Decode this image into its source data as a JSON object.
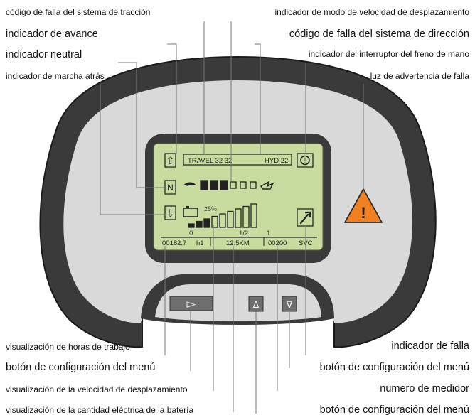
{
  "labels_top_left": [
    {
      "id": "traction-fault-code",
      "text": "código de falla del sistema de tracción"
    },
    {
      "id": "forward-indicator",
      "text": "indicador de avance"
    },
    {
      "id": "neutral-indicator",
      "text": "indicador neutral"
    },
    {
      "id": "reverse-indicator",
      "text": "indicador de marcha atrás"
    }
  ],
  "labels_top_right": [
    {
      "id": "travel-speed-mode-indicator",
      "text": "indicador de modo de velocidad de desplazamiento"
    },
    {
      "id": "steering-fault-code",
      "text": "código de falla del sistema de dirección"
    },
    {
      "id": "hand-brake-switch-indicator",
      "text": "indicador del interruptor del freno de mano"
    },
    {
      "id": "fault-warning-light",
      "text": "luz de advertencia de falla"
    }
  ],
  "labels_bottom_left": [
    {
      "id": "work-hours-display",
      "text": "visualización de horas de trabajo"
    },
    {
      "id": "menu-config-button-1",
      "text": "botón de configuración del menú"
    },
    {
      "id": "travel-speed-display",
      "text": "visualización de la velocidad de desplazamiento"
    },
    {
      "id": "battery-charge-display",
      "text": "visualización de la cantidad eléctrica de la batería"
    }
  ],
  "labels_bottom_right": [
    {
      "id": "fault-indicator",
      "text": "indicador de falla"
    },
    {
      "id": "menu-config-button-2",
      "text": "botón de configuración del menú"
    },
    {
      "id": "meter-number",
      "text": "numero de medidor"
    },
    {
      "id": "menu-config-button-3",
      "text": "botón de configuración del menú"
    }
  ],
  "lcd": {
    "top_left_text": "TRAVEL 32 32",
    "top_right_text": "HYD 22",
    "forward_symbol": "⇧",
    "neutral_symbol": "N",
    "reverse_symbol": "⇩",
    "battery_percent": "25%",
    "scale_zero": "0",
    "scale_half": "1/2",
    "scale_one": "1",
    "hours_value": "00182.7",
    "hours_unit": "h1",
    "speed_value": "12.5KM",
    "meter_value": "00200",
    "svc_text": "SVC",
    "speed_segments_filled": 3,
    "speed_segments_total": 6,
    "battery_bars_filled": 3,
    "battery_bars_total": 9
  },
  "buttons": {
    "menu_left_symbol": "▻",
    "menu_up_symbol": "Δ",
    "menu_down_symbol": "∇"
  },
  "warning_symbol": "!",
  "colors": {
    "lcd_background": "#c8dca0",
    "bezel": "#3a3a3a",
    "panel": "#d9d9d9",
    "warning": "#f08020",
    "button": "#6e6e6e"
  }
}
